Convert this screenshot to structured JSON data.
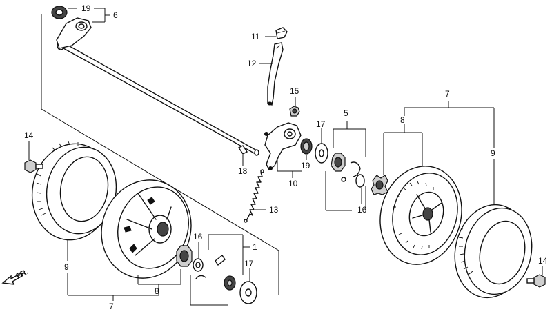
{
  "callouts": {
    "c19_top": "19",
    "c6": "6",
    "c11": "11",
    "c12": "12",
    "c15": "15",
    "c5": "5",
    "c7_right": "7",
    "c17_mid": "17",
    "c8_right": "8",
    "c9_right": "9",
    "c14_left": "14",
    "c18": "18",
    "c19_mid": "19",
    "c10": "10",
    "c16_mid": "16",
    "c13": "13",
    "c16_low": "16",
    "c1": "1",
    "c9_left": "9",
    "c17_low": "17",
    "c8_left": "8",
    "c7_left": "7",
    "c14_right": "14"
  },
  "direction_label": "FR."
}
